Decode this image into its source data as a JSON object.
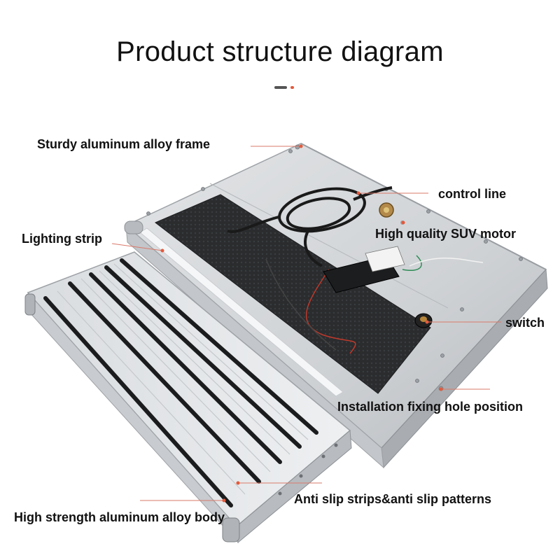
{
  "title": "Product structure diagram",
  "accent_color": "#e25a3c",
  "labels": {
    "frame": "Sturdy aluminum alloy frame",
    "control_line": "control line",
    "lighting_strip": "Lighting strip",
    "motor": "High quality SUV motor",
    "switch": "switch",
    "fixing_hole": "Installation fixing hole position",
    "anti_slip": "Anti slip strips&anti slip patterns",
    "body": "High strength aluminum alloy body"
  }
}
